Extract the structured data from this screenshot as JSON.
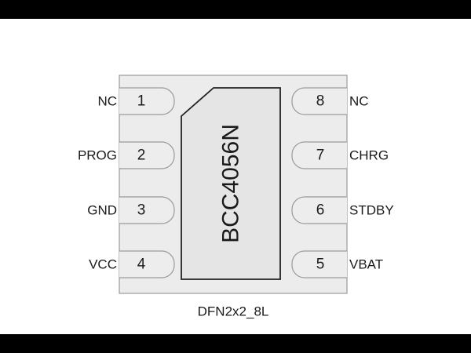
{
  "chip": {
    "part_number": "BCC4056N",
    "package": "DFN2x2_8L"
  },
  "pins": [
    {
      "number": "1",
      "name": "NC"
    },
    {
      "number": "2",
      "name": "PROG"
    },
    {
      "number": "3",
      "name": "GND"
    },
    {
      "number": "4",
      "name": "VCC"
    },
    {
      "number": "5",
      "name": "VBAT"
    },
    {
      "number": "6",
      "name": "STDBY"
    },
    {
      "number": "7",
      "name": "CHRG"
    },
    {
      "number": "8",
      "name": "NC"
    }
  ],
  "colors": {
    "package_fill": "#ececec",
    "pad_fill": "#ededed",
    "die_fill": "#e5e5e5",
    "outline": "#9a9a9a",
    "die_outline": "#222222",
    "text": "#1a1a1a",
    "bars": "#000000"
  }
}
